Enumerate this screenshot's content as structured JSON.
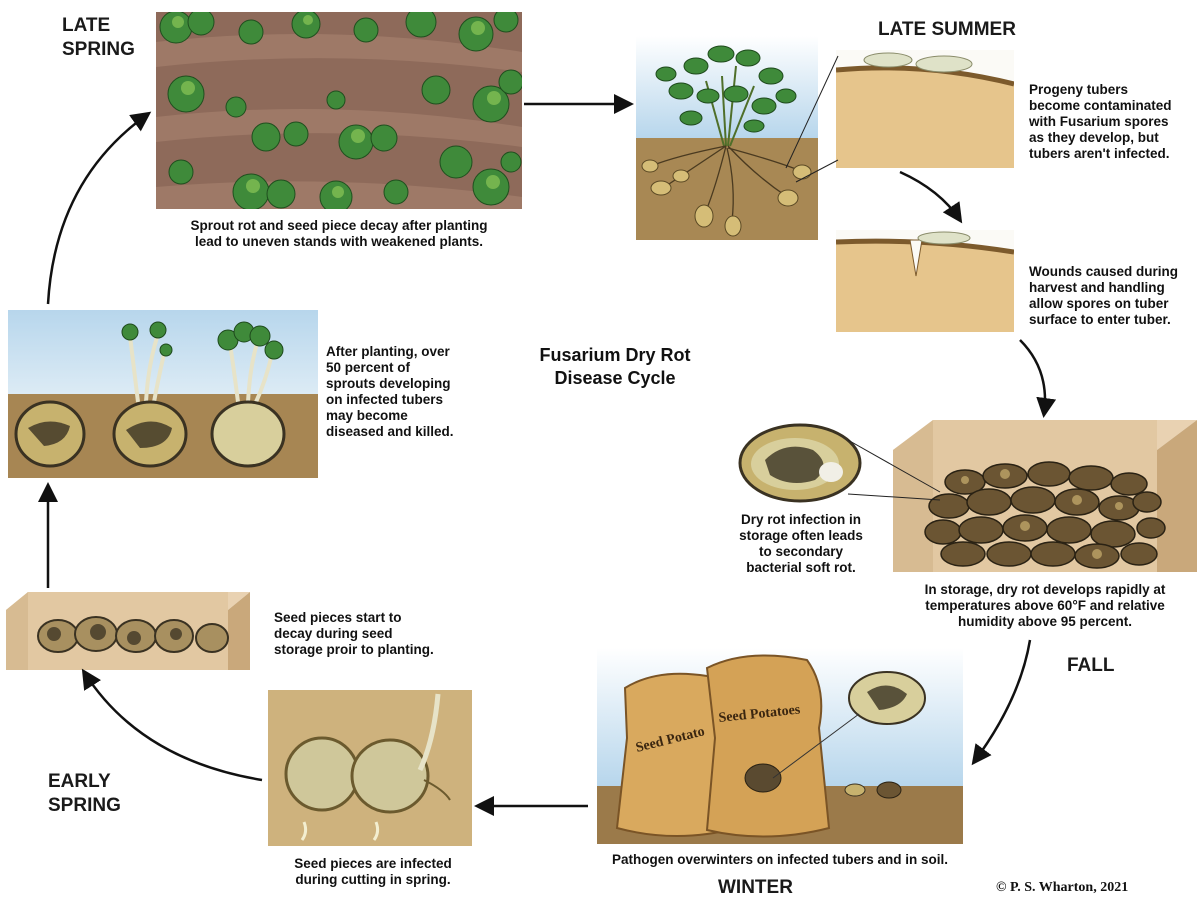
{
  "title": {
    "line1": "Fusarium  Dry Rot",
    "line2": "Disease Cycle"
  },
  "seasons": {
    "late_spring": {
      "line1": "LATE",
      "line2": "SPRING"
    },
    "late_summer": "LATE SUMMER",
    "fall": "FALL",
    "winter": "WINTER",
    "early_spring": {
      "line1": "EARLY",
      "line2": "SPRING"
    }
  },
  "captions": {
    "field": [
      "Sprout rot and seed piece decay after planting",
      "lead to uneven stands with weakened plants."
    ],
    "progeny": [
      "Progeny tubers",
      "become contaminated",
      "with Fusarium spores",
      "as they develop, but",
      "tubers aren't infected."
    ],
    "wounds": [
      "Wounds caused during",
      "harvest and handling",
      "allow spores on tuber",
      "surface to enter tuber."
    ],
    "dryrot": [
      "Dry rot infection in",
      "storage often leads",
      "to secondary",
      "bacterial soft rot."
    ],
    "storage": [
      "In storage, dry rot develops rapidly at",
      "temperatures  above 60°F and relative",
      "humidity above 95 percent."
    ],
    "overwinter": "Pathogen overwinters on infected tubers and in soil.",
    "cutting": [
      "Seed pieces are infected",
      "during cutting in spring."
    ],
    "seed_storage": [
      "Seed pieces start to",
      "decay during seed",
      "storage proir to planting."
    ],
    "planting": [
      "After planting, over",
      "50 percent of",
      "sprouts developing",
      "on infected tubers",
      "may become",
      "diseased and killed."
    ]
  },
  "sack_labels": {
    "left": "Seed Potato",
    "right": "Seed Potatoes"
  },
  "credit": "© P. S. Wharton, 2021",
  "colors": {
    "soil": "#9b7a4a",
    "sky": "#c4dced",
    "field": "#8e6a5a",
    "leaf": "#3f8a3a",
    "tuber": "#c9b070",
    "rot": "#3a3222"
  }
}
